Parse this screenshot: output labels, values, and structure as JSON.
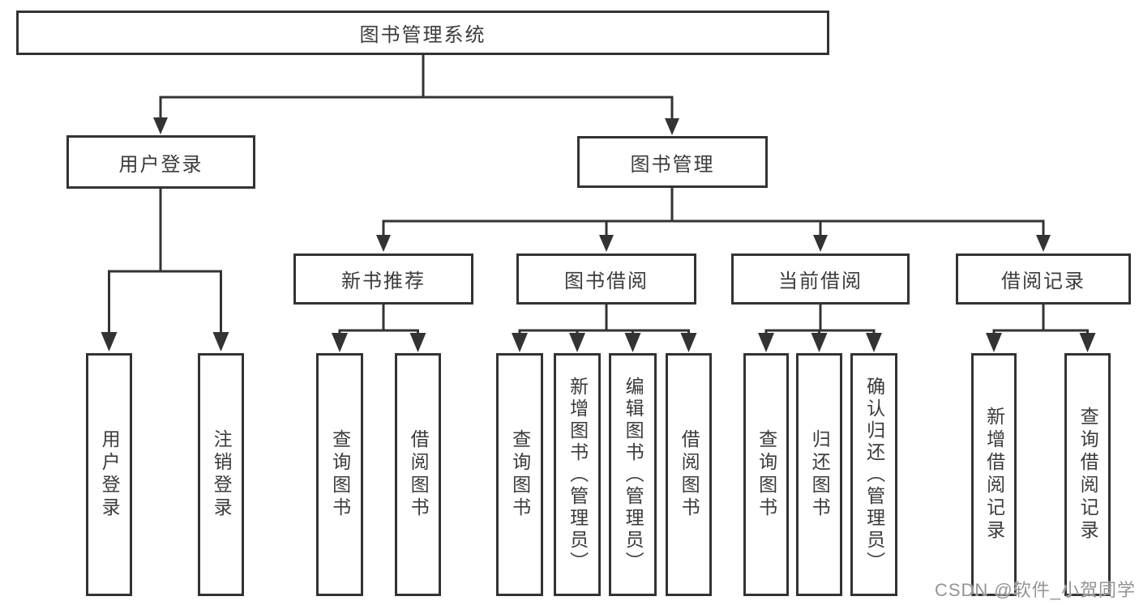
{
  "nodes": {
    "root": "图书管理系统",
    "branches": {
      "user_login": "用户登录",
      "book_management": "图书管理"
    },
    "modules": {
      "new_books": "新书推荐",
      "book_borrow": "图书借阅",
      "current_borrow": "当前借阅",
      "borrow_records": "借阅记录"
    },
    "leaves": {
      "user_login": [
        "用户登录",
        "注销登录"
      ],
      "new_books": [
        "查询图书",
        "借阅图书"
      ],
      "book_borrow": [
        "查询图书",
        "新增图书（管理员）",
        "编辑图书（管理员）",
        "借阅图书"
      ],
      "current_borrow": [
        "查询图书",
        "归还图书",
        "确认归还（管理员）"
      ],
      "borrow_records": [
        "新增借阅记录",
        "查询借阅记录"
      ]
    }
  },
  "watermark": {
    "text": "CSDN @软件_小贺同学",
    "color": "#949494"
  },
  "colors": {
    "line": "#333333",
    "border": "#333333",
    "text": "#3b3b3b",
    "background": "#ffffff"
  }
}
